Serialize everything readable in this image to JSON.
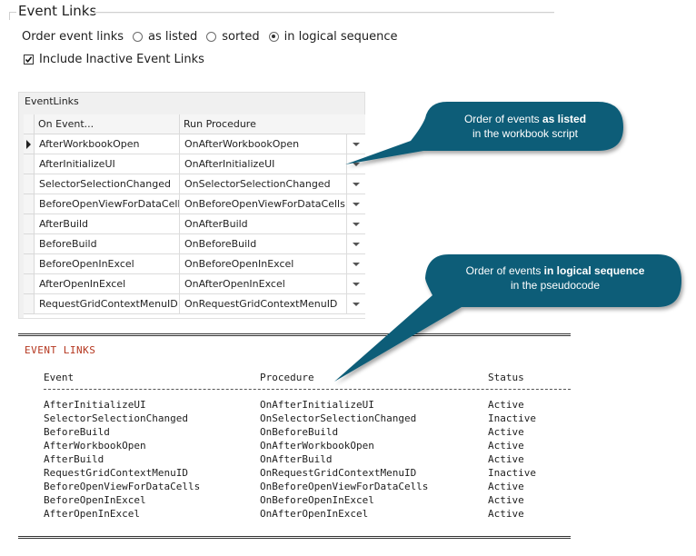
{
  "group": {
    "title": "Event Links"
  },
  "order": {
    "label": "Order event links",
    "options": [
      {
        "label": "as listed",
        "selected": false
      },
      {
        "label": "sorted",
        "selected": false
      },
      {
        "label": "in logical sequence",
        "selected": true
      }
    ]
  },
  "include_inactive": {
    "label": "Include Inactive Event Links",
    "checked": true
  },
  "grid": {
    "title": "EventLinks",
    "columns": [
      "On Event...",
      "Run Procedure"
    ],
    "rows": [
      {
        "event": "AfterWorkbookOpen",
        "procedure": "OnAfterWorkbookOpen",
        "current": true
      },
      {
        "event": "AfterInitializeUI",
        "procedure": "OnAfterInitializeUI",
        "current": false
      },
      {
        "event": "SelectorSelectionChanged",
        "procedure": "OnSelectorSelectionChanged",
        "current": false
      },
      {
        "event": "BeforeOpenViewForDataCells",
        "procedure": "OnBeforeOpenViewForDataCells",
        "current": false
      },
      {
        "event": "AfterBuild",
        "procedure": "OnAfterBuild",
        "current": false
      },
      {
        "event": "BeforeBuild",
        "procedure": "OnBeforeBuild",
        "current": false
      },
      {
        "event": "BeforeOpenInExcel",
        "procedure": "OnBeforeOpenInExcel",
        "current": false
      },
      {
        "event": "AfterOpenInExcel",
        "procedure": "OnAfterOpenInExcel",
        "current": false
      },
      {
        "event": "RequestGridContextMenuID",
        "procedure": "OnRequestGridContextMenuID",
        "current": false
      }
    ]
  },
  "pseudocode": {
    "title": "EVENT LINKS",
    "headers": [
      "Event",
      "Procedure",
      "Status"
    ],
    "rows": [
      [
        "AfterInitializeUI",
        "OnAfterInitializeUI",
        "Active"
      ],
      [
        "SelectorSelectionChanged",
        "OnSelectorSelectionChanged",
        "Inactive"
      ],
      [
        "BeforeBuild",
        "OnBeforeBuild",
        "Active"
      ],
      [
        "AfterWorkbookOpen",
        "OnAfterWorkbookOpen",
        "Active"
      ],
      [
        "AfterBuild",
        "OnAfterBuild",
        "Active"
      ],
      [
        "RequestGridContextMenuID",
        "OnRequestGridContextMenuID",
        "Inactive"
      ],
      [
        "BeforeOpenViewForDataCells",
        "OnBeforeOpenViewForDataCells",
        "Active"
      ],
      [
        "BeforeOpenInExcel",
        "OnBeforeOpenInExcel",
        "Active"
      ],
      [
        "AfterOpenInExcel",
        "OnAfterOpenInExcel",
        "Active"
      ]
    ]
  },
  "callouts": {
    "listed": {
      "pre": "Order of events ",
      "bold": "as listed",
      "line2": "in the workbook script"
    },
    "logical": {
      "pre": "Order of events ",
      "bold": "in logical sequence",
      "line2": "in the pseudocode"
    }
  },
  "colors": {
    "callout": "#0b5d78",
    "code_title": "#b5371f"
  }
}
